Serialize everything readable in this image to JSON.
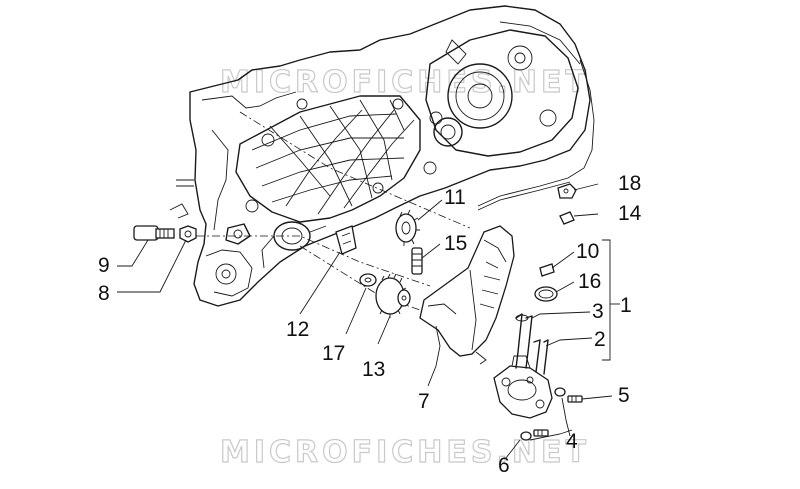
{
  "watermark": {
    "top": "MICROFICHES.NET",
    "bottom": "MICROFICHES.NET"
  },
  "callouts": [
    {
      "id": "c1",
      "text": "1"
    },
    {
      "id": "c2",
      "text": "2"
    },
    {
      "id": "c3",
      "text": "3"
    },
    {
      "id": "c4",
      "text": "4"
    },
    {
      "id": "c5",
      "text": "5"
    },
    {
      "id": "c6",
      "text": "6"
    },
    {
      "id": "c7",
      "text": "7"
    },
    {
      "id": "c8",
      "text": "8"
    },
    {
      "id": "c9",
      "text": "9"
    },
    {
      "id": "c10",
      "text": "10"
    },
    {
      "id": "c11",
      "text": "11"
    },
    {
      "id": "c12",
      "text": "12"
    },
    {
      "id": "c13",
      "text": "13"
    },
    {
      "id": "c14",
      "text": "14"
    },
    {
      "id": "c15",
      "text": "15"
    },
    {
      "id": "c16",
      "text": "16"
    },
    {
      "id": "c17",
      "text": "17"
    },
    {
      "id": "c18",
      "text": "18"
    }
  ]
}
